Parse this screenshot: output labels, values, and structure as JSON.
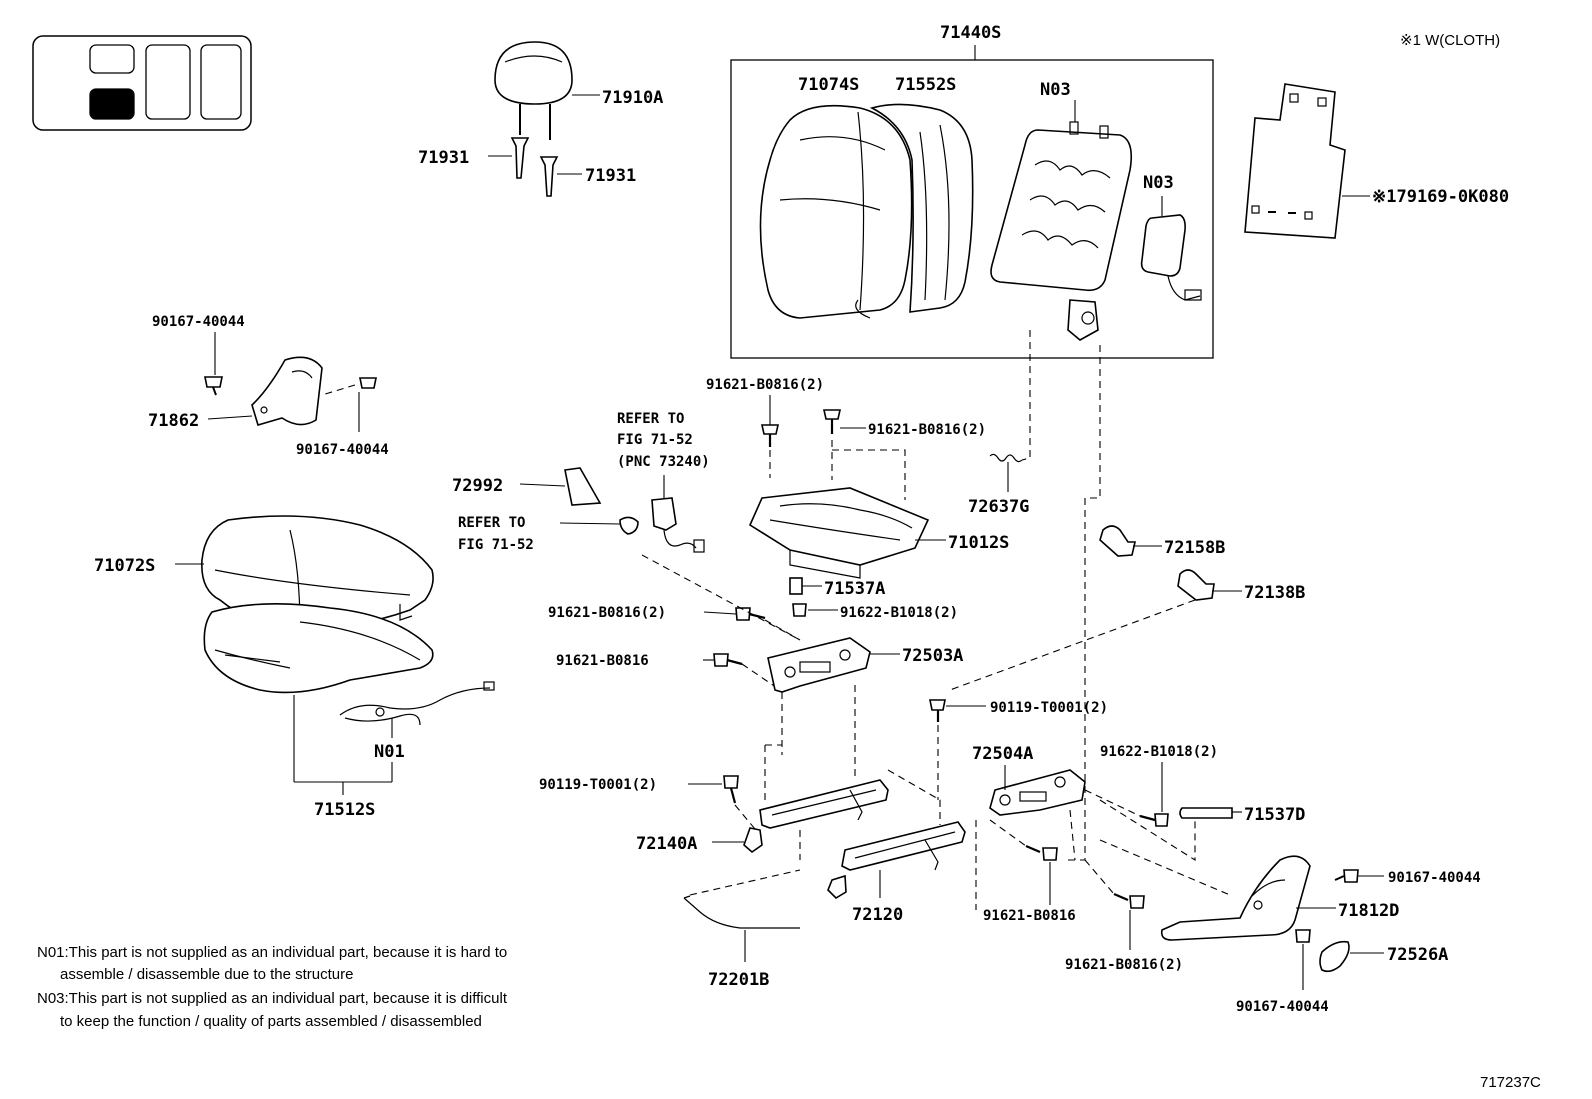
{
  "title_ref": "71440S",
  "cloth_note": "※1 W(CLOTH)",
  "figure_id": "717237C",
  "labels": {
    "headrest": "71910A",
    "guide_a": "71931",
    "guide_b": "71931",
    "screw_top": "90167-40044",
    "shield_left": "71862",
    "screw_left2": "90167-40044",
    "cover_back": "71074S",
    "pad_back": "71552S",
    "frame_n03": "N03",
    "airbag_n03": "N03",
    "sheet_part": "※179169-0K080",
    "bolt_a": "91621-B0816(2)",
    "bolt_b": "91621-B0816(2)",
    "refer1_line1": "REFER TO",
    "refer1_line2": "FIG 71-52",
    "refer1_line3": "(PNC 73240)",
    "refer2_line1": "REFER TO",
    "refer2_line2": "FIG 71-52",
    "cover_part": "72992",
    "spring": "72637G",
    "cushion_frame": "71012S",
    "cover_cushion": "71072S",
    "pad_small": "71537A",
    "bolt_c": "91621-B0816(2)",
    "bolt_d": "91622-B1018(2)",
    "hinge_inner": "72158B",
    "hinge_outer": "72138B",
    "bolt_e": "91621-B0816",
    "adjuster_a": "72503A",
    "bolt_f": "90119-T0001(2)",
    "n01": "N01",
    "pad_cushion": "71512S",
    "adjuster_b": "72504A",
    "bolt_g": "91622-B1018(2)",
    "bolt_h": "90119-T0001(2)",
    "rod": "71537D",
    "track_left": "72140A",
    "bolt_i": "91621-B0816",
    "screw_r1": "90167-40044",
    "shield_right": "71812D",
    "track_right": "72120",
    "bolt_j": "91621-B0816(2)",
    "knob": "72526A",
    "screw_r2": "90167-40044",
    "wire": "72201B"
  },
  "notes": {
    "n01_line1": "N01:This part is not supplied as an individual part, because it is hard to",
    "n01_line2": "assemble / disassemble due to the structure",
    "n03_line1": "N03:This part is not supplied as an individual part, because it is difficult",
    "n03_line2": "to keep the function / quality of parts assembled / disassembled"
  }
}
